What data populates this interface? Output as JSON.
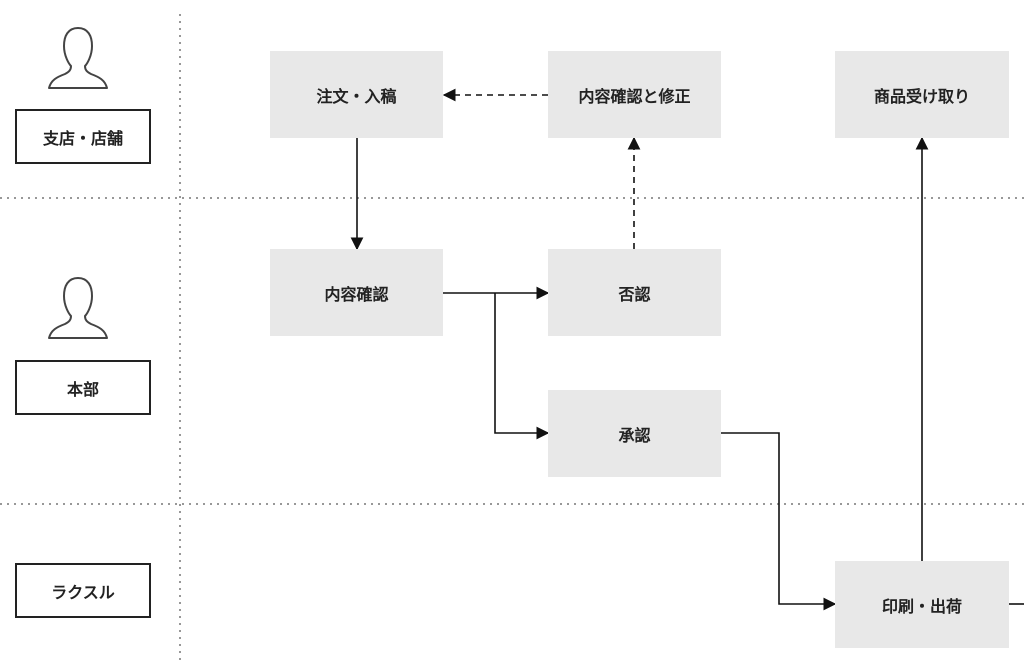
{
  "lanes": [
    {
      "label": "支店・店舗"
    },
    {
      "label": "本部"
    },
    {
      "label": "ラクスル"
    }
  ],
  "nodes": {
    "order": "注文・入稿",
    "review_fix": "内容確認と修正",
    "receive": "商品受け取り",
    "check": "内容確認",
    "reject": "否認",
    "approve": "承認",
    "print_ship": "印刷・出荷"
  }
}
